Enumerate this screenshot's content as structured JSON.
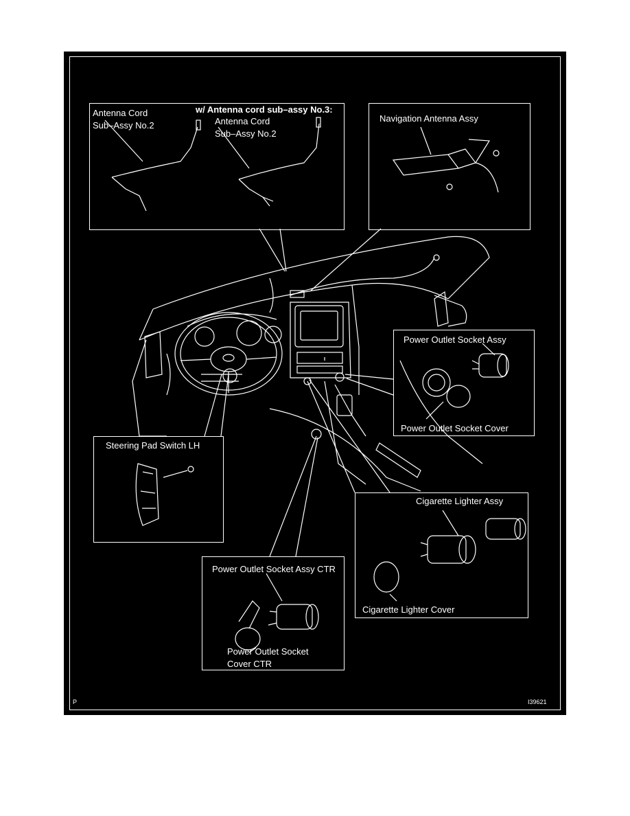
{
  "page_marker": "P",
  "figure_id": "I39621",
  "callouts": {
    "antenna_cord": {
      "label_line1": "Antenna Cord",
      "label_line2": "Sub–Assy No.2",
      "variant_heading": "w/ Antenna cord sub–assy No.3:",
      "variant_line1": "Antenna Cord",
      "variant_line2": "Sub–Assy No.2"
    },
    "navigation_antenna": {
      "label": "Navigation Antenna Assy"
    },
    "power_outlet": {
      "assy_label": "Power Outlet Socket Assy",
      "cover_label": "Power Outlet Socket Cover"
    },
    "steering_pad": {
      "label": "Steering Pad Switch LH"
    },
    "cigarette_lighter": {
      "assy_label": "Cigarette Lighter Assy",
      "cover_label": "Cigarette Lighter Cover"
    },
    "power_outlet_ctr": {
      "assy_label": "Power Outlet Socket Assy CTR",
      "cover_line1": "Power Outlet Socket",
      "cover_line2": "Cover CTR"
    }
  },
  "colors": {
    "background": "#000000",
    "line_art": "#ffffff",
    "page": "#ffffff"
  }
}
